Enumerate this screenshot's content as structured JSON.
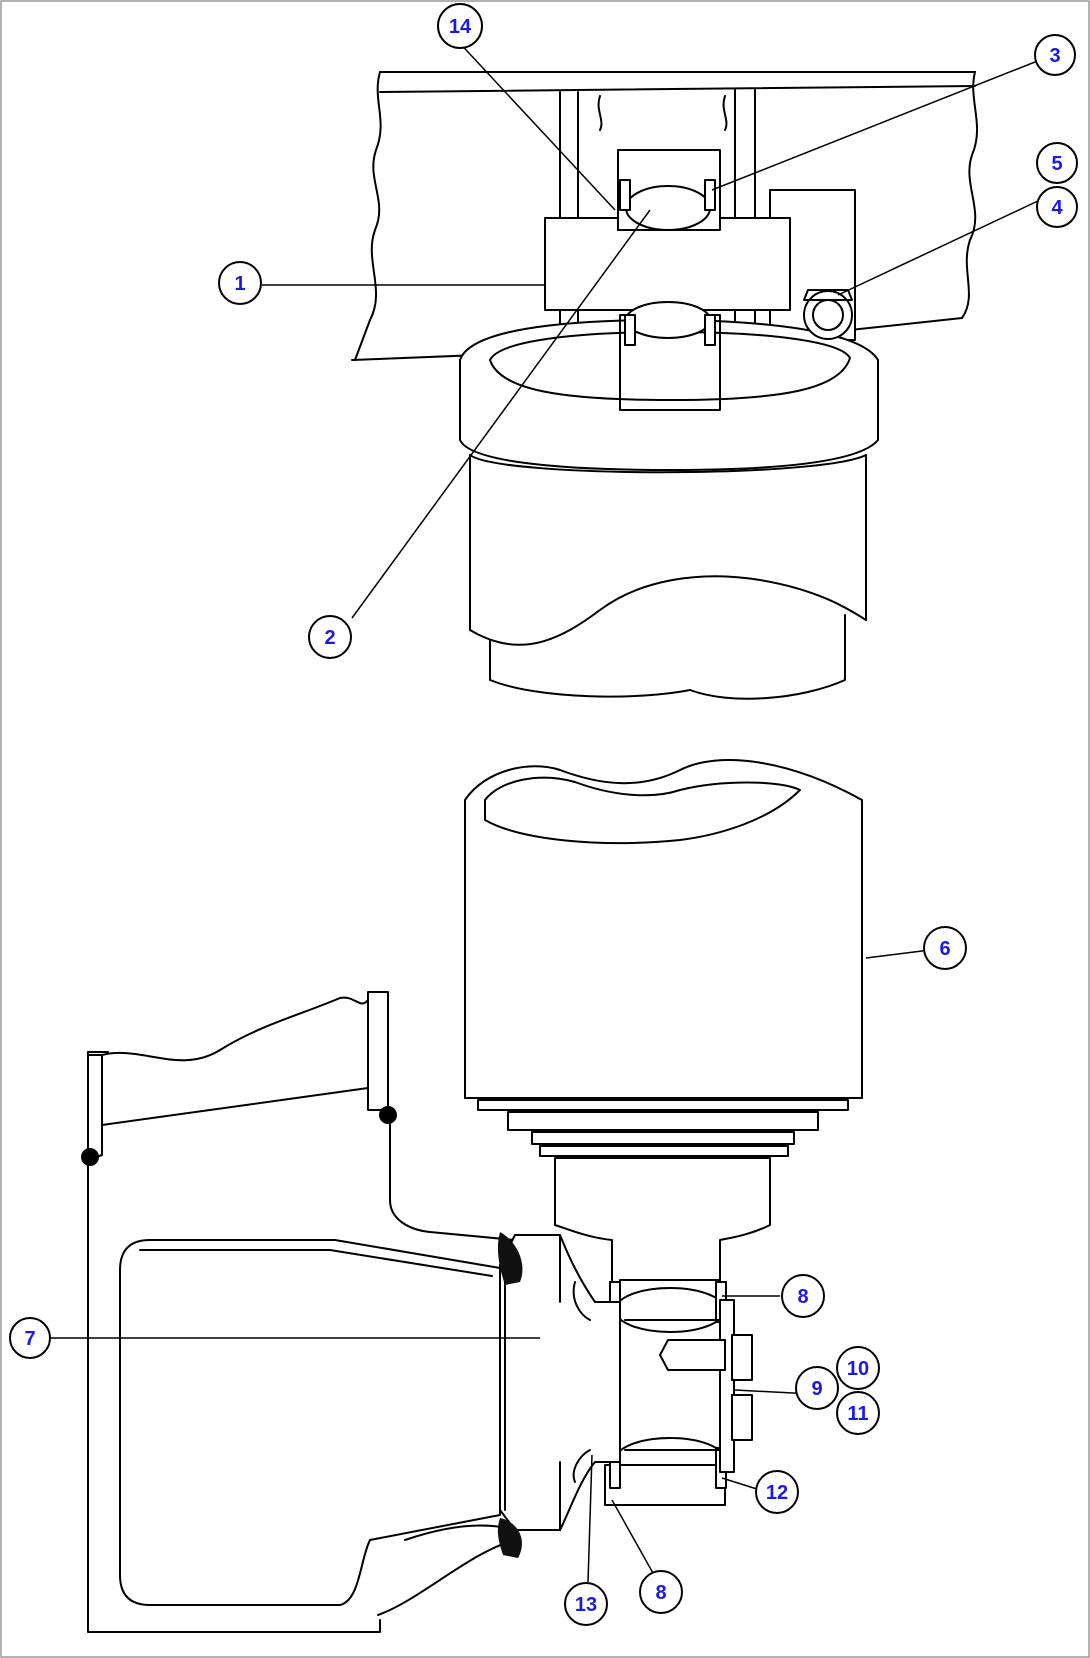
{
  "callouts": [
    {
      "id": "c14",
      "label": "14"
    },
    {
      "id": "c3",
      "label": "3"
    },
    {
      "id": "c5",
      "label": "5"
    },
    {
      "id": "c4",
      "label": "4"
    },
    {
      "id": "c1",
      "label": "1"
    },
    {
      "id": "c2",
      "label": "2"
    },
    {
      "id": "c6",
      "label": "6"
    },
    {
      "id": "c7",
      "label": "7"
    },
    {
      "id": "c8a",
      "label": "8"
    },
    {
      "id": "c10",
      "label": "10"
    },
    {
      "id": "c9",
      "label": "9"
    },
    {
      "id": "c11",
      "label": "11"
    },
    {
      "id": "c12",
      "label": "12"
    },
    {
      "id": "c13",
      "label": "13"
    },
    {
      "id": "c8b",
      "label": "8"
    }
  ]
}
